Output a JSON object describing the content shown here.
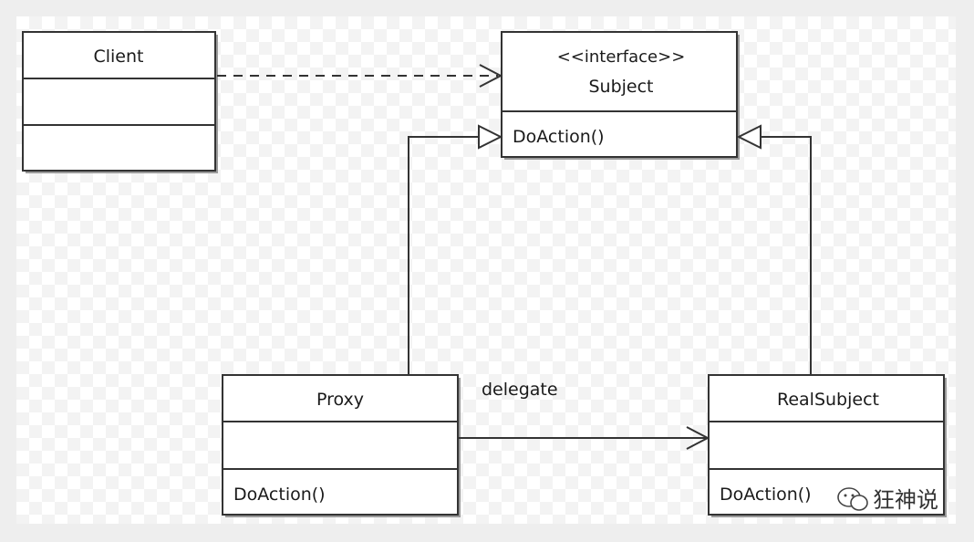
{
  "classes": {
    "client": {
      "name": "Client"
    },
    "subject": {
      "stereotype": "<<interface>>",
      "name": "Subject",
      "operation": "DoAction()"
    },
    "proxy": {
      "name": "Proxy",
      "operation": "DoAction()"
    },
    "real_subject": {
      "name": "RealSubject",
      "operation": "DoAction()"
    }
  },
  "relations": {
    "delegate_label": "delegate"
  },
  "watermark": {
    "text": "狂神说",
    "icon": "chat-bubble-icon"
  }
}
